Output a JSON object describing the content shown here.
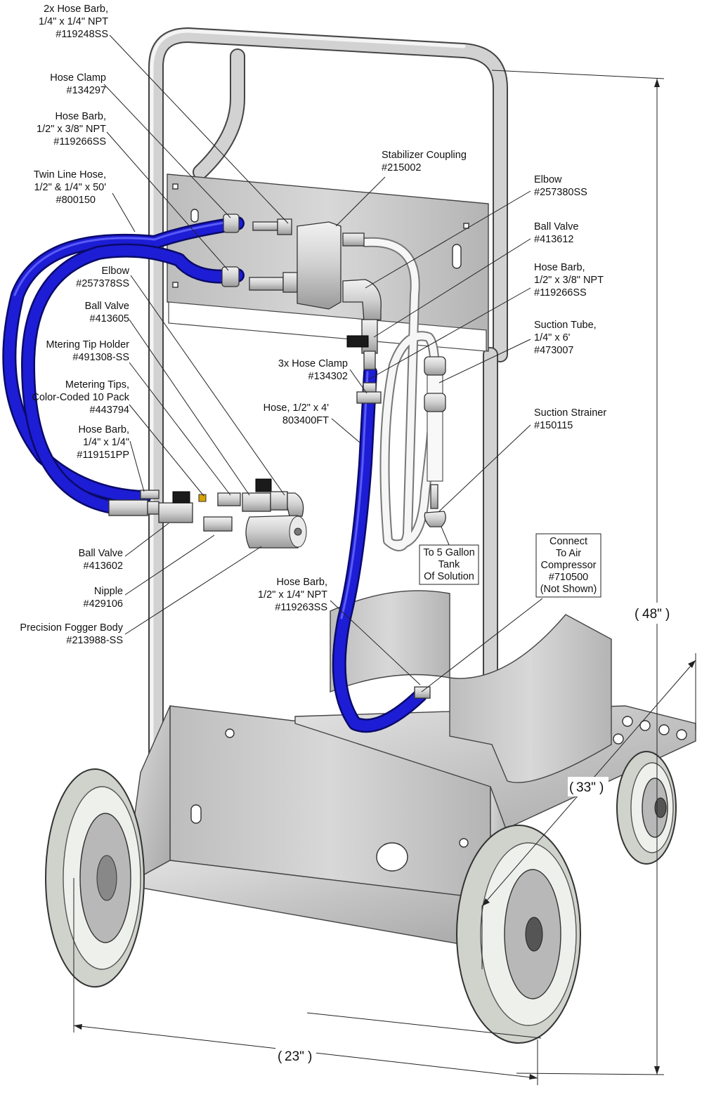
{
  "callouts": [
    {
      "id": "c1",
      "lines": [
        "2x Hose Barb,",
        "1/4\" x 1/4\" NPT",
        "#119248SS"
      ]
    },
    {
      "id": "c2",
      "lines": [
        "Hose Clamp",
        "#134297"
      ]
    },
    {
      "id": "c3",
      "lines": [
        "Hose Barb,",
        "1/2\" x 3/8\" NPT",
        "#119266SS"
      ]
    },
    {
      "id": "c4",
      "lines": [
        "Twin Line Hose,",
        "1/2\" & 1/4\" x 50'",
        "#800150"
      ]
    },
    {
      "id": "c5",
      "lines": [
        "Elbow",
        "#257378SS"
      ]
    },
    {
      "id": "c6",
      "lines": [
        "Ball Valve",
        "#413605"
      ]
    },
    {
      "id": "c7",
      "lines": [
        "Mtering Tip Holder",
        "#491308-SS"
      ]
    },
    {
      "id": "c8",
      "lines": [
        "Metering Tips,",
        "Color-Coded 10 Pack",
        "#443794"
      ]
    },
    {
      "id": "c9",
      "lines": [
        "Hose Barb,",
        "1/4\" x 1/4\"",
        "#119151PP"
      ]
    },
    {
      "id": "c10",
      "lines": [
        "Ball Valve",
        "#413602"
      ]
    },
    {
      "id": "c11",
      "lines": [
        "Nipple",
        "#429106"
      ]
    },
    {
      "id": "c12",
      "lines": [
        "Precision Fogger Body",
        "#213988-SS"
      ]
    },
    {
      "id": "c13",
      "lines": [
        "Stabilizer Coupling",
        "#215002"
      ]
    },
    {
      "id": "c14",
      "lines": [
        "Elbow",
        "#257380SS"
      ]
    },
    {
      "id": "c15",
      "lines": [
        "Ball Valve",
        "#413612"
      ]
    },
    {
      "id": "c16",
      "lines": [
        "Hose Barb,",
        "1/2\" x 3/8\" NPT",
        "#119266SS"
      ]
    },
    {
      "id": "c17",
      "lines": [
        "Suction Tube,",
        "1/4\" x 6'",
        "#473007"
      ]
    },
    {
      "id": "c18",
      "lines": [
        "Suction Strainer",
        "#150115"
      ]
    },
    {
      "id": "c19",
      "lines": [
        "3x Hose Clamp",
        "#134302"
      ]
    },
    {
      "id": "c20",
      "lines": [
        "Hose, 1/2\" x 4'",
        "803400FT"
      ]
    },
    {
      "id": "c21",
      "lines": [
        "To 5 Gallon",
        "Tank",
        "Of Solution"
      ]
    },
    {
      "id": "c22",
      "lines": [
        "Connect",
        "To Air",
        "Compressor",
        "#710500",
        "(Not Shown)"
      ]
    },
    {
      "id": "c23",
      "lines": [
        "Hose Barb,",
        "1/2\" x 1/4\" NPT",
        "#119263SS"
      ]
    }
  ],
  "dimensions": {
    "height": "48\"",
    "depth": "33\"",
    "width": "23\""
  },
  "colors": {
    "hose_blue": "#1d1dd6",
    "steel": "#c8c8c8",
    "tire": "#cfd3cc",
    "line": "#222222"
  }
}
